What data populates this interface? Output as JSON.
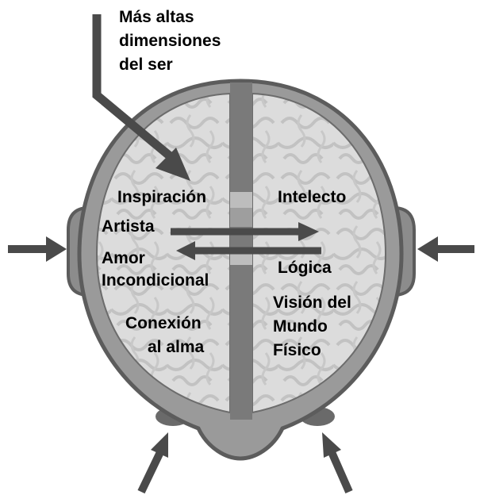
{
  "diagram": {
    "top_label": [
      "Más altas",
      "dimensiones",
      "del ser"
    ],
    "left_hemisphere": {
      "inspiration": "Inspiración",
      "artist": "Artista",
      "love": [
        "Amor",
        "Incondicional"
      ],
      "soul": [
        "Conexión",
        "al alma"
      ]
    },
    "right_hemisphere": {
      "intellect": "Intelecto",
      "logic": "Lógica",
      "world": [
        "Visión del",
        "Mundo",
        "Físico"
      ]
    },
    "colors": {
      "outline": "#5c5c5c",
      "hemisphere_fill": "#dcdcdc",
      "brain_texture": "#c4c4c4",
      "divider": "#7a7a7a",
      "arrow": "#4a4a4a",
      "text": "#000000"
    }
  }
}
